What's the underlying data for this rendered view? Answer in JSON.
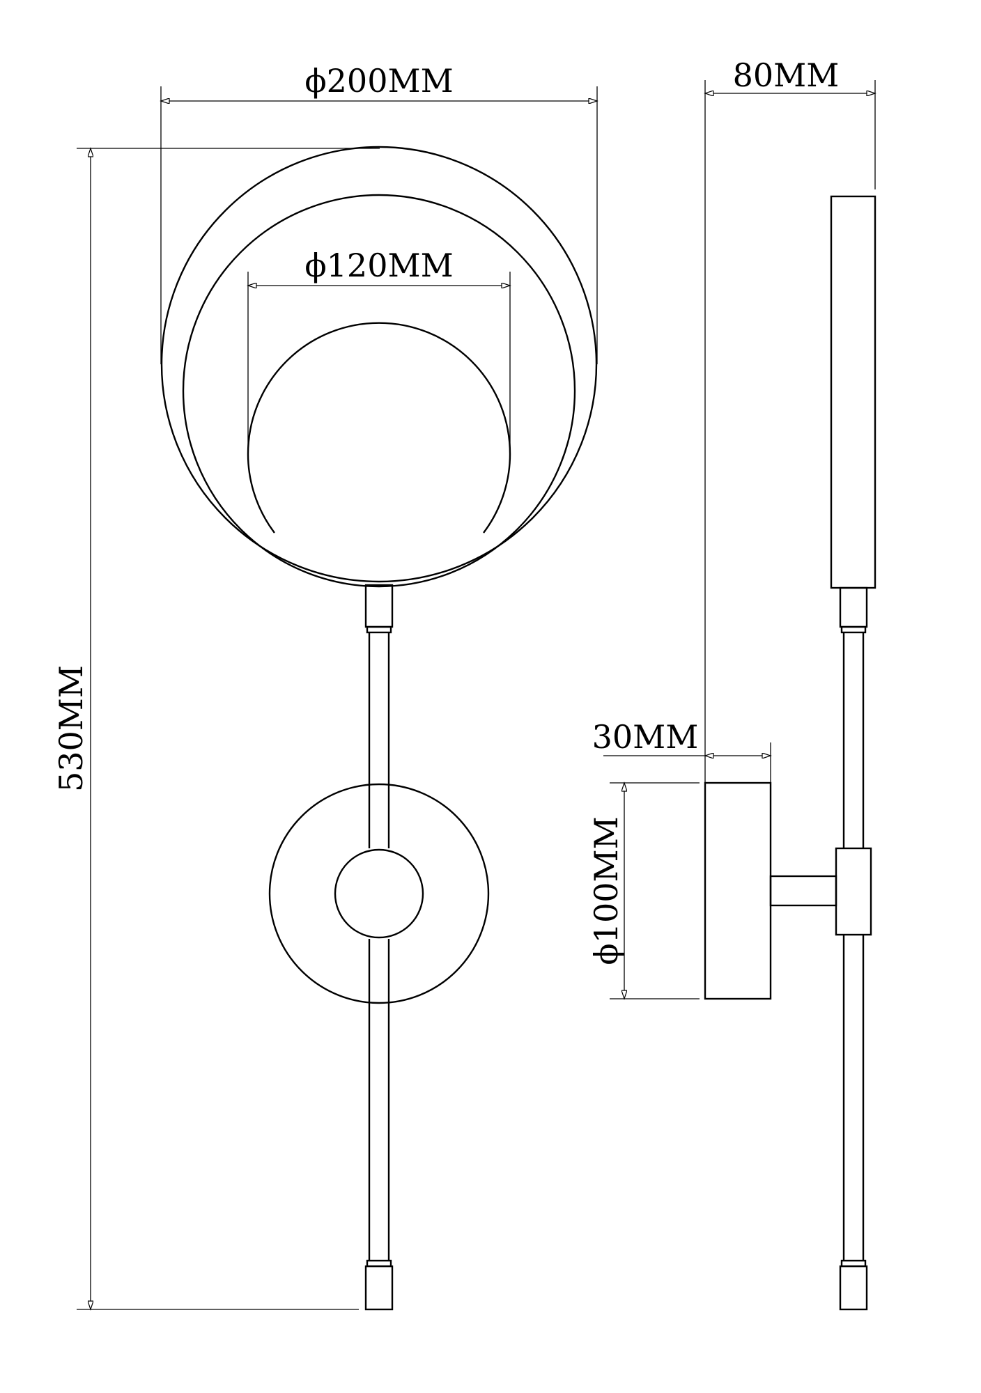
{
  "dimensions": {
    "outer_diameter": "ϕ200MM",
    "inner_diameter": "ϕ120MM",
    "total_height": "530MM",
    "depth": "80MM",
    "base_depth": "30MM",
    "base_diameter": "ϕ100MM"
  },
  "colors": {
    "line": "#000000",
    "background": "#ffffff"
  }
}
